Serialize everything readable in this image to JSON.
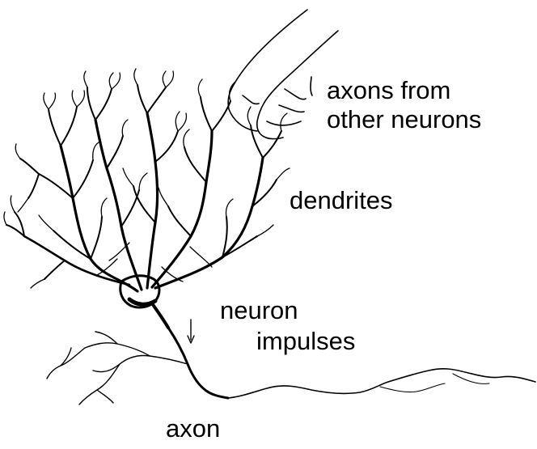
{
  "labels": {
    "axons_from_line1": "axons from",
    "axons_from_line2": "other neurons",
    "dendrites": "dendrites",
    "impulses_line1": "neuron",
    "impulses_line2": "impulses",
    "axon": "axon"
  },
  "colors": {
    "ink": "#000000",
    "background": "#ffffff"
  }
}
